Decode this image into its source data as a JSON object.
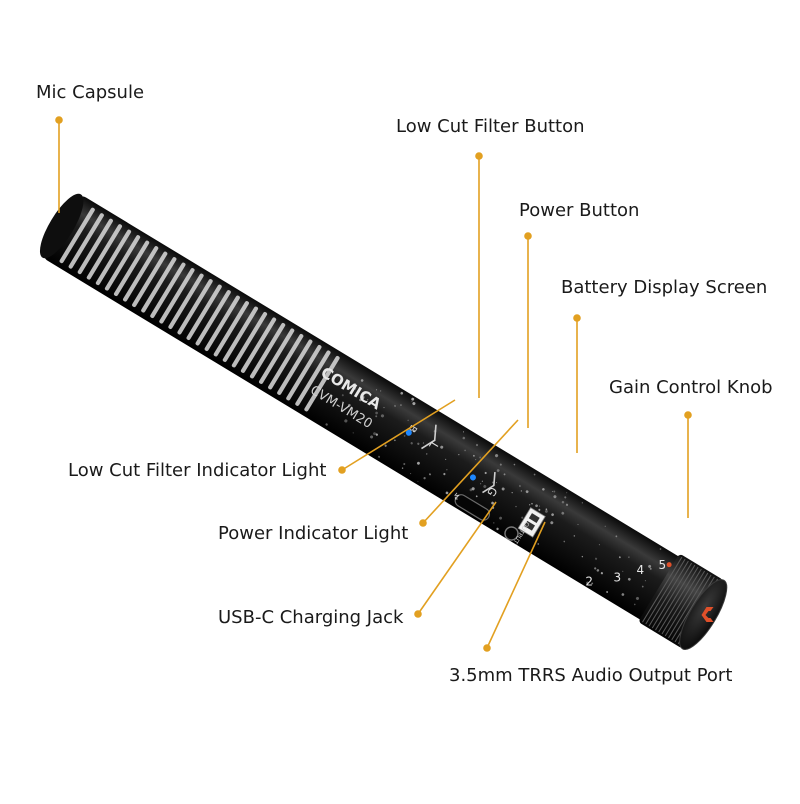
{
  "colors": {
    "callout": "#E2A021",
    "body": "#141414",
    "accent": "#E0502A",
    "indicator": "#1E88FF"
  },
  "device": {
    "brand_text": "COMICA",
    "model_text": "CVM-VM20",
    "button_l_text": "L",
    "button_g_text": "G",
    "usb_symbol": "↯",
    "output_text": "OUTPUT",
    "side_mark": "B",
    "gain_marks": [
      "2",
      "3",
      "4",
      "5"
    ]
  },
  "callouts": [
    {
      "id": "mic-capsule",
      "label": "Mic Capsule"
    },
    {
      "id": "low-cut-filter-button",
      "label": "Low Cut Filter Button"
    },
    {
      "id": "power-button",
      "label": "Power Button"
    },
    {
      "id": "battery-display-screen",
      "label": "Battery Display Screen"
    },
    {
      "id": "gain-control-knob",
      "label": "Gain Control Knob"
    },
    {
      "id": "low-cut-filter-indicator-light",
      "label": "Low Cut Filter Indicator Light"
    },
    {
      "id": "power-indicator-light",
      "label": "Power Indicator Light"
    },
    {
      "id": "usb-c-charging-jack",
      "label": "USB-C Charging Jack"
    },
    {
      "id": "audio-output-port",
      "label": "3.5mm TRRS Audio Output Port"
    }
  ]
}
